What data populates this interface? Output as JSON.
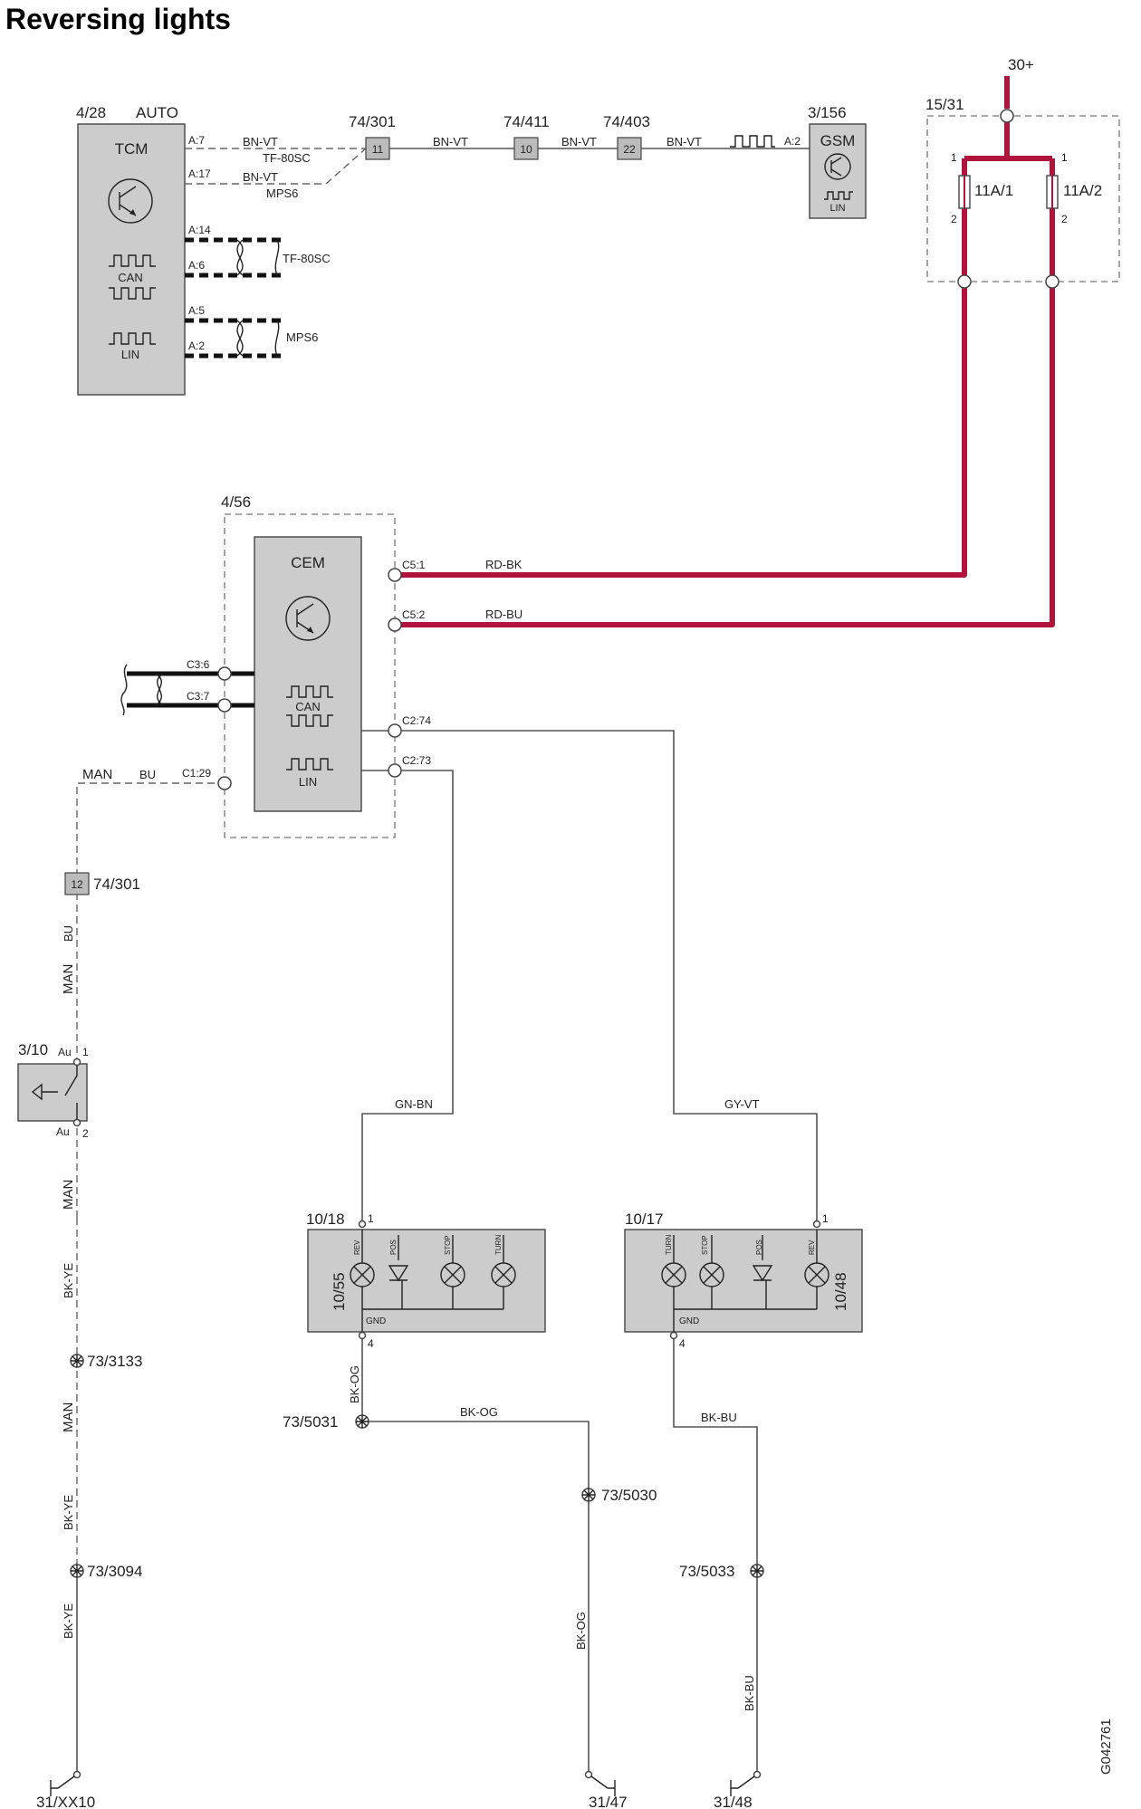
{
  "title": "Reversing lights",
  "ref_code": "G042761",
  "supply": "30+",
  "colors": {
    "power_wire": "#b0133b",
    "module_fill": "#cccccc"
  },
  "fusebox": {
    "id": "15/31",
    "fuse1": "11A/1",
    "fuse2": "11A/2",
    "pin1": "1",
    "pin2": "2"
  },
  "tcm": {
    "id": "4/28",
    "mode": "AUTO",
    "name": "TCM",
    "can": "CAN",
    "lin": "LIN",
    "pins": {
      "a7": "A:7",
      "a17": "A:17",
      "a14": "A:14",
      "a6": "A:6",
      "a5": "A:5",
      "a2": "A:2"
    },
    "wire_a7": "BN-VT",
    "note_a7": "TF-80SC",
    "wire_a17": "BN-VT",
    "note_a17": "MPS6",
    "bus1": "TF-80SC",
    "bus2": "MPS6"
  },
  "gsm": {
    "id": "3/156",
    "name": "GSM",
    "lin": "LIN",
    "pin": "A:2"
  },
  "splices_top": [
    {
      "id": "74/301",
      "pin": "11"
    },
    {
      "id": "74/411",
      "pin": "10"
    },
    {
      "id": "74/403",
      "pin": "22"
    }
  ],
  "lin_wire": "BN-VT",
  "cem": {
    "id": "4/56",
    "name": "CEM",
    "can": "CAN",
    "lin": "LIN",
    "pins": {
      "c51": "C5:1",
      "c52": "C5:2",
      "c36": "C3:6",
      "c37": "C3:7",
      "c129": "C1:29",
      "c274": "C2:74",
      "c273": "C2:73"
    },
    "wire_c51": "RD-BK",
    "wire_c52": "RD-BU"
  },
  "man_line": {
    "man": "MAN",
    "bu": "BU"
  },
  "splice_12": {
    "pin": "12",
    "id": "74/301"
  },
  "switch": {
    "id": "3/10",
    "pin1": "1",
    "pin2": "2",
    "au": "Au"
  },
  "left_wires": {
    "bu": "BU",
    "man": "MAN",
    "bkye": "BK-YE"
  },
  "grounds_left": [
    "73/3133",
    "73/3094"
  ],
  "ground_terminals": [
    "31/XX10",
    "31/47",
    "31/48"
  ],
  "wire_gnbn": "GN-BN",
  "wire_gyvt": "GY-VT",
  "lamp_left": {
    "id": "10/18",
    "vid": "10/55",
    "labels": [
      "REV",
      "POS",
      "STOP",
      "TURN"
    ],
    "gnd": "GND",
    "pin1": "1",
    "pin4": "4"
  },
  "lamp_right": {
    "id": "10/17",
    "vid": "10/48",
    "labels": [
      "TURN",
      "STOP",
      "POS",
      "REV"
    ],
    "gnd": "GND",
    "pin1": "1",
    "pin4": "4"
  },
  "bottom": {
    "splice_5031": "73/5031",
    "splice_5030": "73/5030",
    "splice_5033": "73/5033",
    "wire_bkog": "BK-OG",
    "wire_bkbu": "BK-BU"
  }
}
